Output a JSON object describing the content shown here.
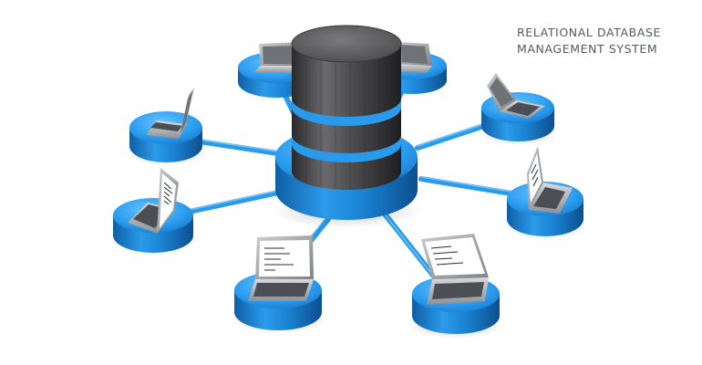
{
  "title": {
    "line1": "RELATIONAL DATABASE",
    "line2": "MANAGEMENT SYSTEM"
  },
  "colors": {
    "background": "#ffffff",
    "platform_blue": "#1f8fe0",
    "connector_blue": "#2a9bea",
    "database_gray": "#4a4a4c",
    "laptop_silver": "#b9bcc0",
    "title_text": "#55595e"
  },
  "diagram": {
    "central_node": "database-icon",
    "node_icon": "laptop-icon",
    "client_count": 8
  }
}
